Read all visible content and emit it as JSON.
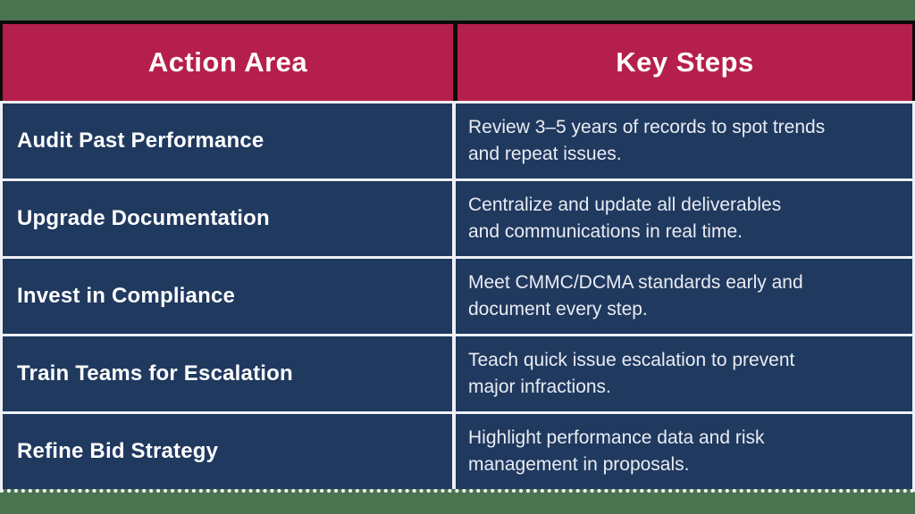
{
  "page": {
    "background_color": "#4a7350"
  },
  "table": {
    "header": {
      "col_action_area": "Action Area",
      "col_key_steps": "Key Steps"
    },
    "rows": [
      {
        "area": "Audit Past Performance",
        "steps": "Review 3–5 years of records to spot trends\nand repeat issues."
      },
      {
        "area": "Upgrade Documentation",
        "steps": "Centralize and update all deliverables\nand communications in real time."
      },
      {
        "area": "Invest in Compliance",
        "steps": "Meet CMMC/DCMA standards early and\ndocument every step."
      },
      {
        "area": "Train Teams for Escalation",
        "steps": "Teach quick issue escalation to prevent\nmajor infractions."
      },
      {
        "area": "Refine Bid Strategy",
        "steps": "Highlight performance data and risk\nmanagement in proposals."
      }
    ],
    "colors": {
      "header_bg": "#b51f4d",
      "row_bg": "#20395f",
      "header_border": "#0b0b0b",
      "body_divider": "#eef0f5",
      "header_text": "#ffffff",
      "area_text": "#ffffff",
      "steps_text": "#e9ecf3"
    }
  }
}
